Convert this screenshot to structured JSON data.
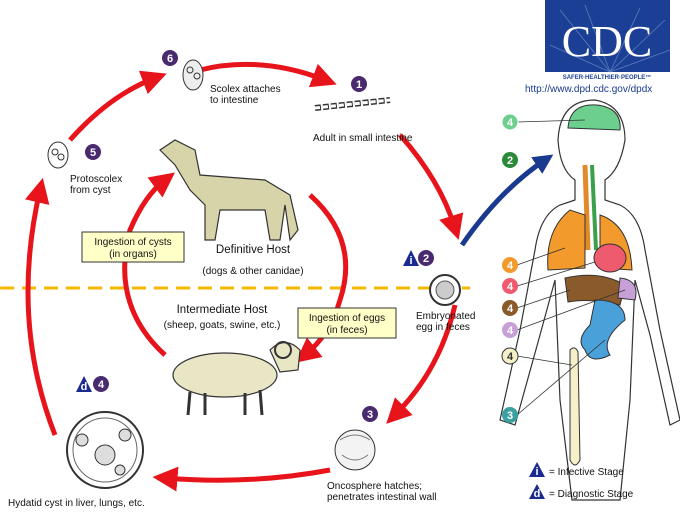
{
  "logo": {
    "text": "CDC",
    "tagline": "SAFER·HEALTHIER·PEOPLE™",
    "url": "http://www.dpd.cdc.gov/dpdx"
  },
  "stages": {
    "s1": {
      "num": "1",
      "label": "Adult in small intestine"
    },
    "s2": {
      "num": "2",
      "label1": "Embryonated",
      "label2": "egg in feces"
    },
    "s3": {
      "num": "3",
      "label1": "Oncosphere hatches;",
      "label2": "penetrates intestinal wall"
    },
    "s4": {
      "num": "4",
      "label": "Hydatid cyst in liver, lungs, etc."
    },
    "s5": {
      "num": "5",
      "label1": "Protoscolex",
      "label2": "from cyst"
    },
    "s6": {
      "num": "6",
      "label1": "Scolex attaches",
      "label2": "to intestine"
    }
  },
  "hosts": {
    "definitive": {
      "title": "Definitive Host",
      "sub": "(dogs & other canidae)"
    },
    "intermediate": {
      "title": "Intermediate Host",
      "sub": "(sheep, goats, swine, etc.)"
    }
  },
  "boxes": {
    "cysts": {
      "line1": "Ingestion of cysts",
      "line2": "(in organs)"
    },
    "eggs": {
      "line1": "Ingestion of eggs",
      "line2": "(in feces)"
    }
  },
  "human": {
    "markers": [
      "4",
      "2",
      "4",
      "4",
      "4",
      "4",
      "4",
      "3"
    ]
  },
  "legend": {
    "i_glyph": "i",
    "d_glyph": "d",
    "infective": "= Infective Stage",
    "diagnostic": "= Diagnostic Stage"
  },
  "colors": {
    "cycle_arrow": "#e8141b",
    "marker": "#4a2a6e",
    "human_arrow": "#1a3a8f",
    "dashed_line": "#f5b800",
    "box": "#ffffc8"
  }
}
